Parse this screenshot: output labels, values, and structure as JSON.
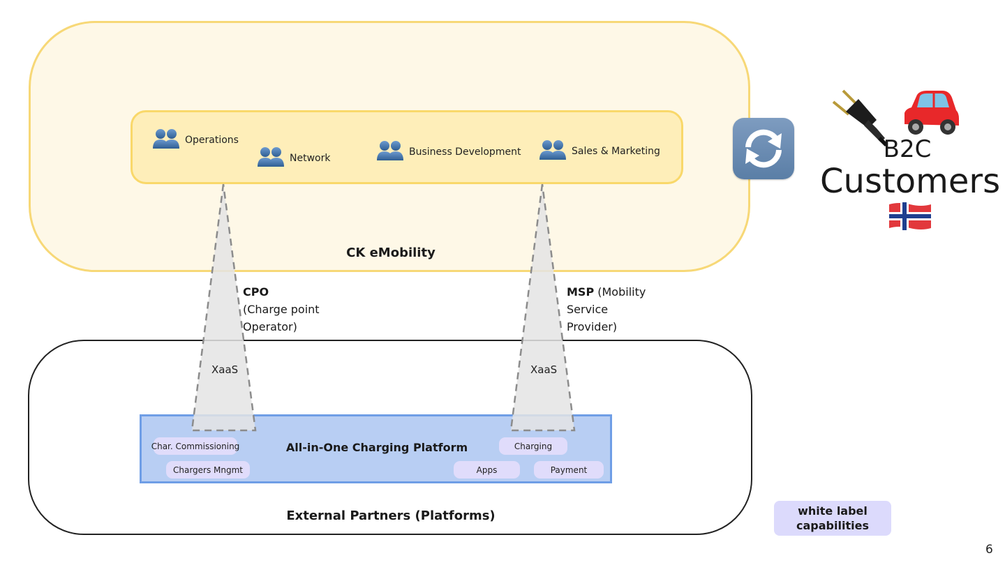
{
  "diagram": {
    "organization": {
      "title": "CK eMobility",
      "teams": [
        {
          "label": "Operations",
          "icon": "people-icon"
        },
        {
          "label": "Network",
          "icon": "people-icon"
        },
        {
          "label": "Business Development",
          "icon": "people-icon"
        },
        {
          "label": "Sales & Marketing",
          "icon": "people-icon"
        }
      ]
    },
    "roles": [
      {
        "abbr": "CPO",
        "line1": "(Charge point",
        "line2": "Operator)",
        "connector_label": "XaaS"
      },
      {
        "abbr": "MSP",
        "line1_suffix": " (Mobility",
        "line2": "Service",
        "line3": "Provider)",
        "connector_label": "XaaS"
      }
    ],
    "partners": {
      "title": "External Partners (Platforms)",
      "platform": {
        "title": "All-in-One Charging Platform",
        "modules": [
          "Char. Commissioning",
          "Chargers Mngmt",
          "Charging",
          "Apps",
          "Payment"
        ]
      }
    },
    "customers": {
      "segment": "B2C",
      "label": "Customers",
      "icons": [
        "electric-plug-icon",
        "red-car-icon",
        "norway-flag-icon"
      ],
      "exchange_icon": "sync-arrows-icon"
    },
    "badge": {
      "line1": "white label",
      "line2": "capabilities"
    },
    "page_number": "6"
  },
  "colors": {
    "org_fill": "#fef8e7",
    "org_border": "#f7d877",
    "teams_fill": "#feeeb9",
    "platform_fill": "#b8cef3",
    "platform_border": "#6f9ee6",
    "chip_fill": "#e0dcfb",
    "badge_fill": "#dcdafc",
    "connector_fill": "#e6e6e6",
    "connector_stroke": "#8c8c8c"
  }
}
